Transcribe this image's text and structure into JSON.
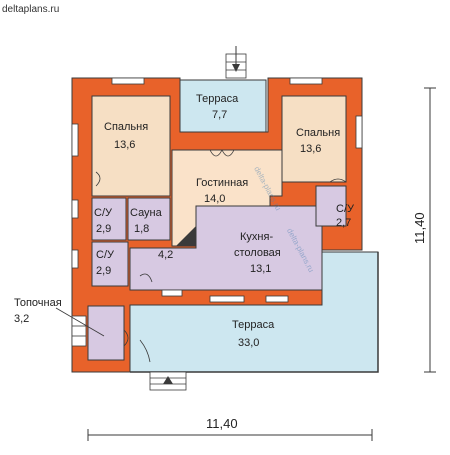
{
  "site": "deltaplans.ru",
  "watermark": "delta-plans.ru",
  "colors": {
    "wall": "#e8622a",
    "terrace": "#cde7f0",
    "bedroom": "#f6dfc4",
    "living": "#fae2c9",
    "hall": "#d7c9e2",
    "wet": "#d7c9e2",
    "window": "#ffffff"
  },
  "rooms": [
    {
      "id": "terrace-top",
      "name": "Терраса",
      "area": "7,7"
    },
    {
      "id": "bedroom-left",
      "name": "Спальня",
      "area": "13,6"
    },
    {
      "id": "bedroom-right",
      "name": "Спальня",
      "area": "13,6"
    },
    {
      "id": "living",
      "name": "Гостинная",
      "area": "14,0"
    },
    {
      "id": "bath-left-upper",
      "name": "С/У",
      "area": "2,9"
    },
    {
      "id": "sauna",
      "name": "Сауна",
      "area": "1,8"
    },
    {
      "id": "bath-right",
      "name": "С/У",
      "area": "2,7"
    },
    {
      "id": "kitchen",
      "name": "Кухня-",
      "name2": "столовая",
      "area": "13,1"
    },
    {
      "id": "hall",
      "name": "",
      "area": "4,2"
    },
    {
      "id": "bath-left-lower",
      "name": "С/У",
      "area": "2,9"
    },
    {
      "id": "boiler",
      "name": "Топочная",
      "area": "3,2"
    },
    {
      "id": "terrace-bottom",
      "name": "Терраса",
      "area": "33,0"
    }
  ],
  "dimensions": {
    "width": "11,40",
    "height": "11,40"
  }
}
